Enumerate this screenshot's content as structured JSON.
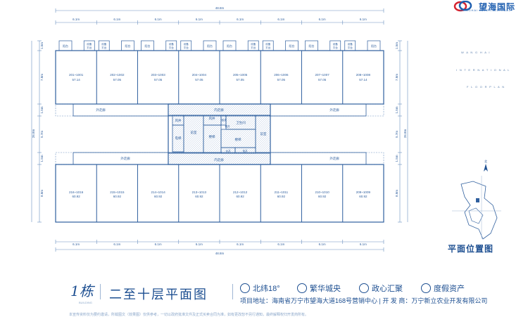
{
  "brand": {
    "name_cn": "望海国际",
    "name_en": "WANGHAI INTERNATIONAL"
  },
  "side_text": [
    "W A N G H A I",
    "I N T E R N A T I O N A L",
    "F L O O R P L A N"
  ],
  "dims": {
    "total_width": "48.8m",
    "bay": "6.1m",
    "total_depth": "26.8m",
    "rows_left": [
      "1.5m",
      "7.8m",
      "1.5m",
      "5.7m",
      "1.5m",
      "8.8m"
    ],
    "rows_right": [
      "1.5m",
      "7.8m",
      "1.5m",
      "5.7m",
      "1.5m",
      "8.8m"
    ]
  },
  "top_units": [
    {
      "code": "201~1001",
      "area": "57.14"
    },
    {
      "code": "202~1002",
      "area": "57.05"
    },
    {
      "code": "203~1003",
      "area": "57.05"
    },
    {
      "code": "204~1004",
      "area": "57.05"
    },
    {
      "code": "205~1005",
      "area": "57.05"
    },
    {
      "code": "206~1006",
      "area": "57.05"
    },
    {
      "code": "207~1007",
      "area": "57.05"
    },
    {
      "code": "208~1008",
      "area": "57.14"
    }
  ],
  "bottom_units": [
    {
      "code": "216~1016",
      "area": "60.92"
    },
    {
      "code": "215~1015",
      "area": "60.92"
    },
    {
      "code": "214~1014",
      "area": "60.92"
    },
    {
      "code": "213~1013",
      "area": "60.92"
    },
    {
      "code": "212~1012",
      "area": "60.92"
    },
    {
      "code": "211~1011",
      "area": "60.92"
    },
    {
      "code": "210~1010",
      "area": "60.92"
    },
    {
      "code": "209~1009",
      "area": "60.92"
    }
  ],
  "balcony_labels": {
    "balcony": "阳台",
    "equip1": "设备",
    "equip2": "平台"
  },
  "core": {
    "outer_corridor": "外走廊",
    "inner_corridor": "内走廊",
    "fan_shaft": "风井",
    "elevator": "电梯",
    "front_room": "前室",
    "stair": "楼梯",
    "restroom": "卫生间",
    "strong_shaft": "强井",
    "water_shaft": "水井",
    "elec_shaft": "电井",
    "weak_shaft": "弱井"
  },
  "site": {
    "title": "平面位置图",
    "north": "北"
  },
  "footer": {
    "building_no": "1栋",
    "building_sub": "BUILDING",
    "floor_title": "二至十层平面图",
    "features": [
      "北纬18°",
      "繁华城央",
      "政心汇聚",
      "度假资产"
    ],
    "address": "项目地址：海南省万宁市望海大道168号营销中心 | 开 发 商：万宁新立农业开发有限公司",
    "disclaimer": "本宣传资料仅为要约邀请，所载图文（效果图）仅供参考，一切以政府批准文件及正式买卖合同为准，如有更改恕不另行通知，最终解释权归开发商所有。"
  }
}
